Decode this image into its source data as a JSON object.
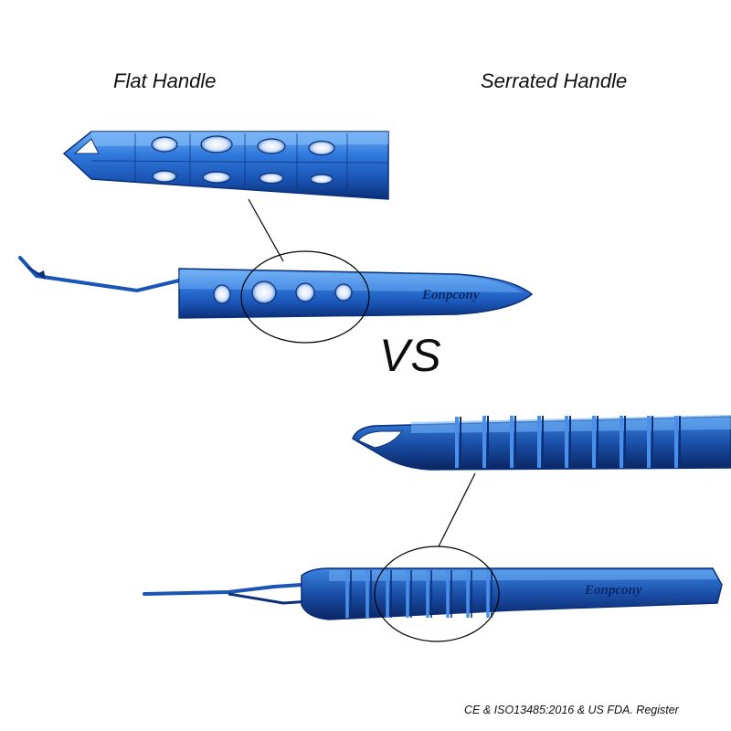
{
  "titles": {
    "flat": "Flat Handle",
    "serrated": "Serrated Handle",
    "vs": "VS"
  },
  "brand": "Eonpcony",
  "certification": "CE & ISO13485:2016 & US FDA. Register",
  "colors": {
    "titanium_blue": "#1f5fc4",
    "titanium_dark": "#0b2f78",
    "titanium_light": "#5fa3f0",
    "background": "#ffffff"
  }
}
